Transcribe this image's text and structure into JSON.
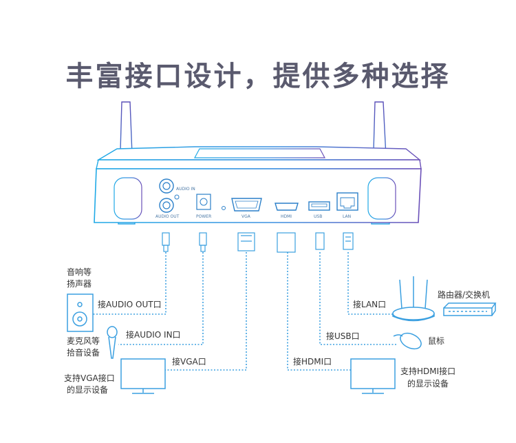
{
  "title": "丰富接口设计，提供多种选择",
  "ports": {
    "audio_in": "AUDIO IN",
    "audio_out": "AUDIO OUT",
    "power": "POWER",
    "vga": "VGA",
    "hdmi": "HDMI",
    "usb": "USB",
    "lan": "LAN"
  },
  "connections": {
    "audio_out": "接AUDIO OUT口",
    "audio_in": "接AUDIO IN口",
    "vga": "接VGA口",
    "hdmi": "接HDMI口",
    "usb": "接USB口",
    "lan": "接LAN口"
  },
  "devices": {
    "speaker_line1": "音响等",
    "speaker_line2": "扬声器",
    "mic_line1": "麦克风等",
    "mic_line2": "拾音设备",
    "vga_monitor_line1": "支持VGA接口",
    "vga_monitor_line2": "的显示设备",
    "hdmi_monitor_line1": "支持HDMI接口",
    "hdmi_monitor_line2": "的显示设备",
    "mouse": "鼠标",
    "router": "路由器/交换机"
  },
  "colors": {
    "line": "#3a9fe0",
    "outline_start": "#1fa9e6",
    "outline_end": "#6b50b8",
    "title": "#5a5a6e"
  }
}
